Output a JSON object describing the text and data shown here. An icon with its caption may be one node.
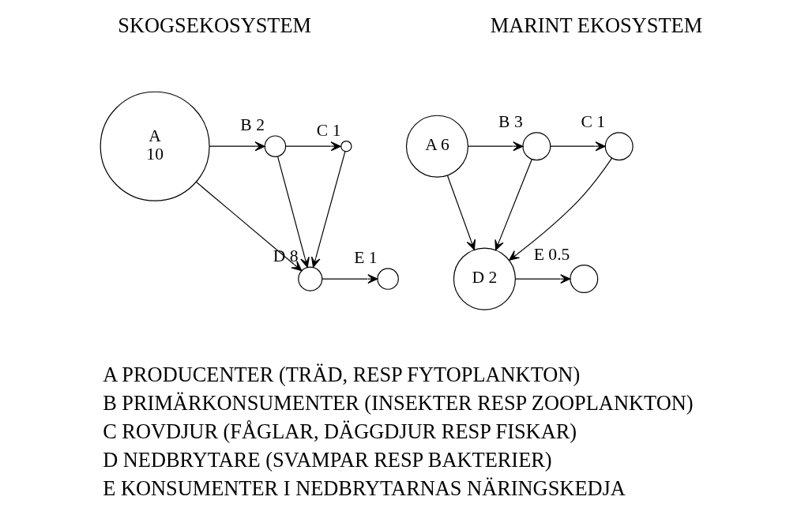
{
  "diagram": {
    "nodes": [
      {
        "text": [
          "A",
          "10"
        ]
      },
      {
        "text": [],
        "shape": "circle",
        "beside": [
          "B 2"
        ]
      },
      {
        "text": [],
        "shape": "circle",
        "beside": [
          "C 1"
        ]
      },
      {
        "text": [],
        "shape": "circle",
        "beside": [
          "D 8"
        ]
      },
      {
        "text": [],
        "shape": "circle",
        "beside": [
          "E 1"
        ]
      },
      {
        "text": [
          "A 6"
        ]
      },
      {
        "text": [],
        "shape": "circle",
        "beside": [
          "B 3"
        ]
      },
      {
        "text": [],
        "shape": "circle",
        "beside": [
          "C 1"
        ]
      },
      {
        "text": [
          "D 2"
        ]
      },
      {
        "text": [],
        "shape": "circle",
        "beside": [
          "E 0.5"
        ]
      }
    ],
    "edges": [
      {
        "from": 0,
        "to": 1,
        "arrow": "to"
      },
      {
        "from": 1,
        "to": 2,
        "arrow": "to"
      },
      {
        "from": 1,
        "to": 3,
        "arrow": "to"
      },
      {
        "from": 2,
        "to": 3,
        "arrow": "to"
      },
      {
        "from": 0,
        "to": 3,
        "arrow": "to"
      },
      {
        "from": 3,
        "to": 4,
        "arrow": "to"
      },
      {
        "from": 5,
        "to": 6,
        "arrow": "to"
      },
      {
        "from": 6,
        "to": 7,
        "arrow": "to"
      },
      {
        "from": 6,
        "to": 8,
        "arrow": "to"
      },
      {
        "from": 7,
        "to": 8,
        "arrow": "to"
      },
      {
        "from": 5,
        "to": 8,
        "arrow": "to"
      },
      {
        "from": 8,
        "to": 9,
        "arrow": "to"
      }
    ],
    "labels": [
      "SKOGSEKOSYSTEM",
      "MARINT EKOSYSTEM",
      "A PRODUCENTER (TRÄD, RESP FYTOPLANKTON)",
      "B PRIMÄRKONSUMENTER (INSEKTER RESP ZOOPLANKTON)",
      "C ROVDJUR (FÅGLAR, DÄGGDJUR RESP FISKAR)",
      "D NEDBRYTARE (SVAMPAR RESP BAKTERIER)",
      "E KONSUMENTER I NEDBRYTARNAS NÄRINGSKEDJA"
    ]
  }
}
